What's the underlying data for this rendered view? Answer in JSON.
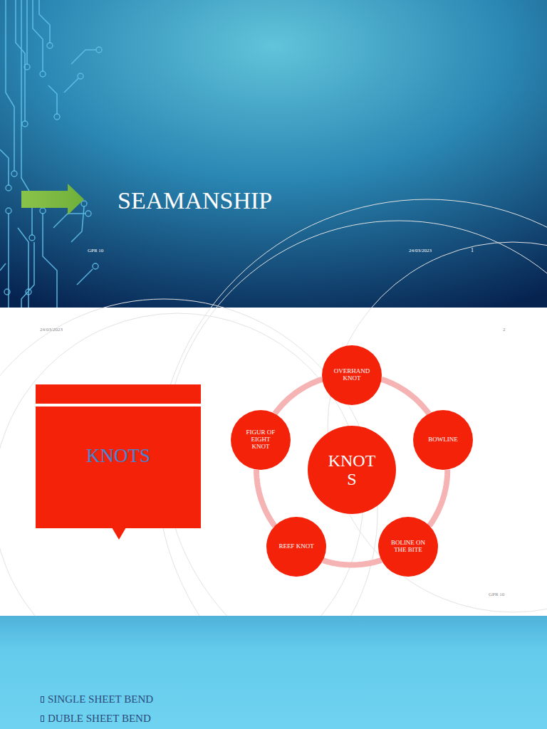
{
  "diagram": {
    "title": "SEAMANSHIP",
    "nodes": [
      {
        "text": [
          "KNOTS"
        ]
      },
      {
        "text": [
          "OVERHAND KNOT"
        ]
      },
      {
        "text": [
          "FIGUR OF EIGHT KNOT"
        ]
      },
      {
        "text": [
          "BOWLINE"
        ]
      },
      {
        "text": [
          "KNOT S"
        ]
      },
      {
        "text": [
          "REEF KNOT"
        ]
      },
      {
        "text": [
          "BOLINE ON THE BITE"
        ]
      }
    ],
    "edges": [
      {
        "from": 1,
        "to": 3,
        "arrow": "none"
      },
      {
        "from": 3,
        "to": 6,
        "arrow": "none"
      },
      {
        "from": 6,
        "to": 5,
        "arrow": "none"
      },
      {
        "from": 5,
        "to": 2,
        "arrow": "none"
      },
      {
        "from": 2,
        "to": 1,
        "arrow": "none"
      }
    ],
    "labels": [
      "GPR 10",
      "24/03/2023",
      "1",
      "24/03/2023",
      "2",
      "GPR 10",
      "SINGLE SHEET BEND",
      "DUBLE SHEET BEND"
    ]
  }
}
